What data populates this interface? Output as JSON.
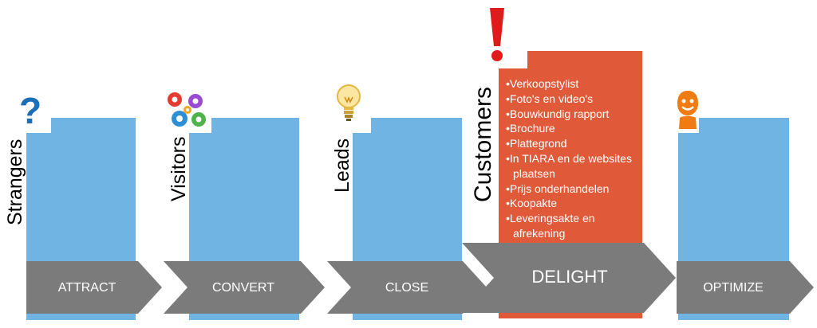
{
  "stages": [
    {
      "label": "Strangers",
      "action": "ATTRACT",
      "icon": "question-mark-icon"
    },
    {
      "label": "Visitors",
      "action": "CONVERT",
      "icon": "gears-icon"
    },
    {
      "label": "Leads",
      "action": "CLOSE",
      "icon": "lightbulb-icon"
    },
    {
      "label": "Customers",
      "action": "DELIGHT",
      "icon": "exclamation-mark-icon"
    },
    {
      "label": "",
      "action": "OPTIMIZE",
      "icon": "smiley-icon"
    }
  ],
  "customer_tasks": [
    "Verkoopstylist",
    "Foto's en video's",
    "Bouwkundig rapport",
    "Brochure",
    "Plattegrond",
    "In TIARA en de websites plaatsen",
    "Prijs onderhandelen",
    "Koopakte",
    "Leveringsakte en afrekening"
  ],
  "colors": {
    "column": "#70b4e3",
    "arrow": "#7b7b7b",
    "customers_box": "#e05a3a",
    "question_mark": "#1a6fb8",
    "exclamation_mark": "#e01b1b",
    "smiley": "#f07b12"
  }
}
